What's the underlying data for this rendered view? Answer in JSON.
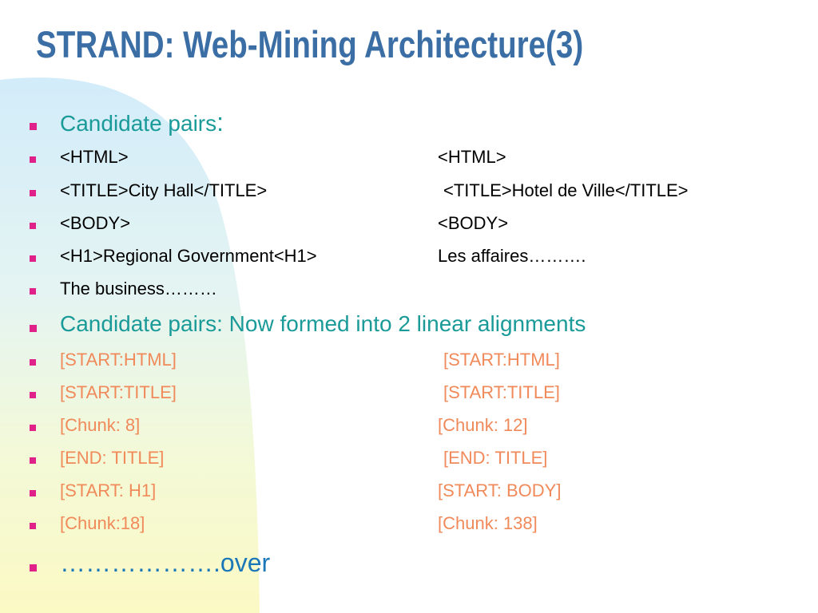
{
  "slide": {
    "title": "STRAND: Web-Mining Architecture(3)",
    "heading1_text": "Candidate pairs",
    "heading1_colon": ":",
    "pairs": [
      {
        "left": "<HTML>",
        "right": "<HTML>"
      },
      {
        "left": "<TITLE>City Hall</TITLE>",
        "right": "<TITLE>Hotel de Ville</TITLE>"
      },
      {
        "left": "<BODY>",
        "right": "<BODY>"
      },
      {
        "left": "<H1>Regional Government<H1>",
        "right": "Les affaires………."
      }
    ],
    "business_line": "The business………",
    "heading2": "Candidate pairs: Now formed into 2 linear alignments",
    "alignments": [
      {
        "left": "[START:HTML]",
        "right": "[START:HTML]"
      },
      {
        "left": "[START:TITLE]",
        "right": "[START:TITLE]"
      },
      {
        "left": "[Chunk: 8]",
        "right": "[Chunk: 12]"
      },
      {
        "left": "[END: TITLE]",
        "right": "[END: TITLE]"
      },
      {
        "left": "[START: H1]",
        "right": "[START: BODY]"
      },
      {
        "left": "[Chunk:18]",
        "right": "[Chunk: 138]"
      }
    ],
    "closing": "……………….over"
  },
  "colors": {
    "title": "#3a6ea5",
    "teal": "#1a9a98",
    "orange": "#f08a5a",
    "bullet": "#e0218a",
    "closing": "#1a77b8"
  }
}
